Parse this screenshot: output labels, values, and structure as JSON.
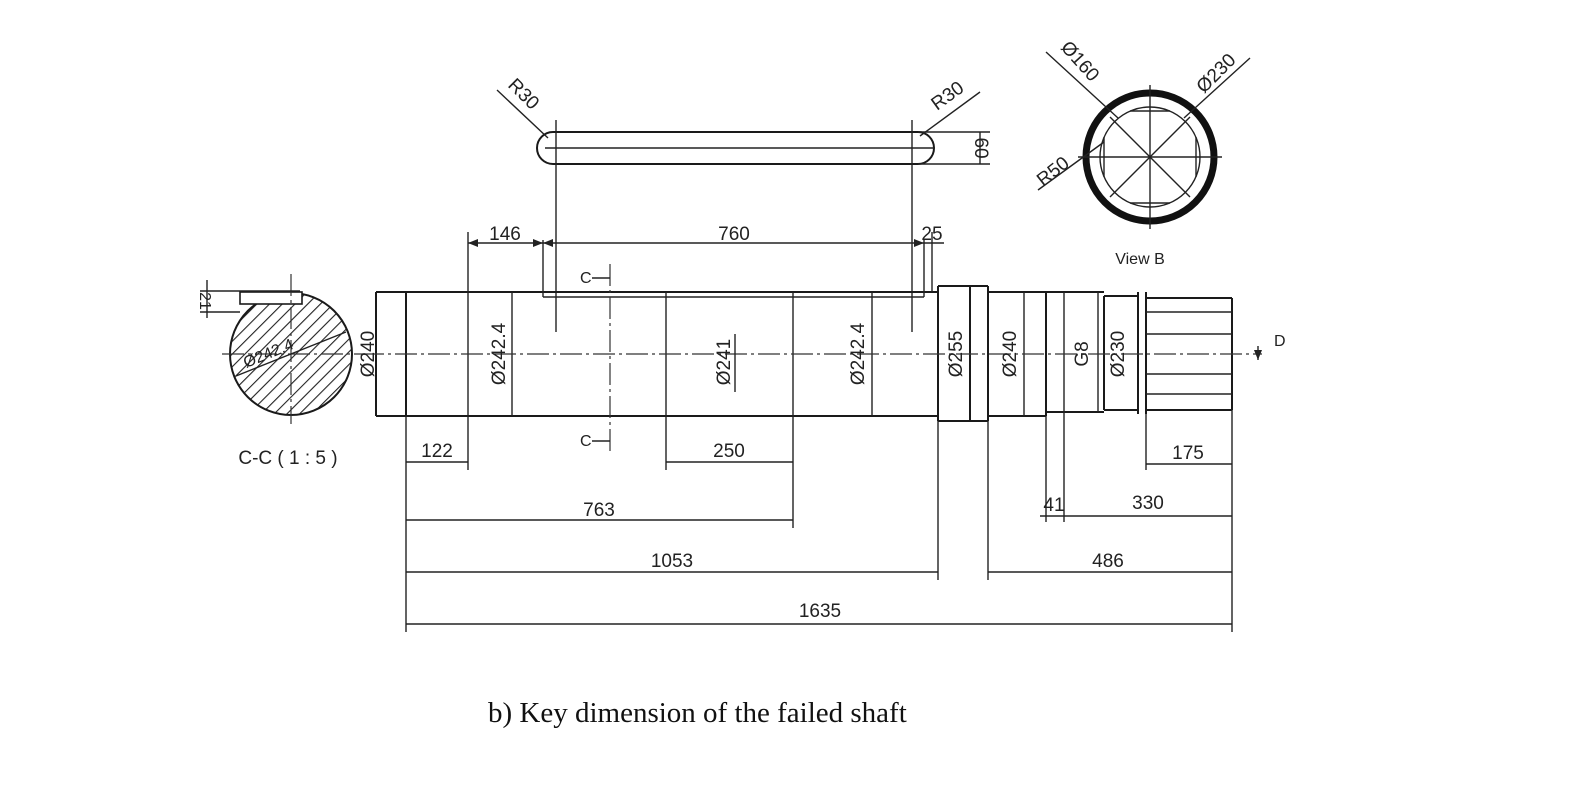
{
  "caption": "b)  Key dimension of the failed shaft",
  "view_b": {
    "label": "View B",
    "d160": "Ø160",
    "d230": "Ø230",
    "r50": "R50"
  },
  "section": {
    "label": "C-C ( 1 : 5 )",
    "diameter": "Ø242.4",
    "offset": "21",
    "cut_letter": "C"
  },
  "keyway": {
    "r_left": "R30",
    "r_right": "R30",
    "width": "60"
  },
  "top_dims": {
    "d146": "146",
    "d760": "760",
    "d25": "25"
  },
  "diameters": {
    "d240a": "Ø240",
    "d242a": "Ø242.4",
    "d241": "Ø241",
    "d242b": "Ø242.4",
    "d255": "Ø255",
    "d240b": "Ø240",
    "g8": "G8",
    "d230": "Ø230"
  },
  "bottom_dims": {
    "d122": "122",
    "d250": "250",
    "d175": "175",
    "d763": "763",
    "d41": "41",
    "d330": "330",
    "d1053": "1053",
    "d486": "486",
    "d1635": "1635"
  },
  "arrow_label": "D"
}
